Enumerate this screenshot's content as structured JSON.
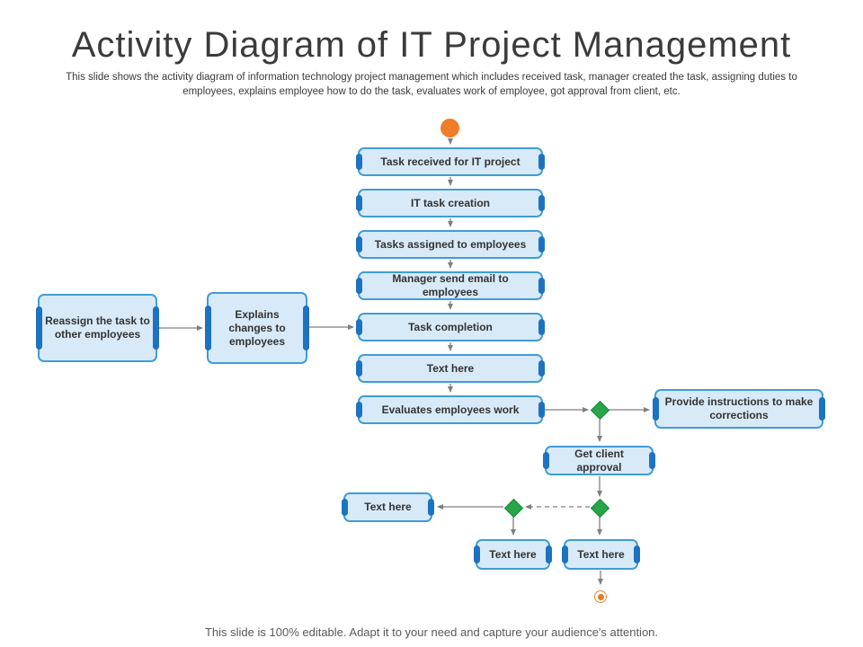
{
  "slide": {
    "title": "Activity Diagram of IT Project Management",
    "subtitle": "This slide shows the activity diagram of information technology project management which includes received task, manager created the task, assigning duties to employees, explains employee how to do the task, evaluates work of employee, got approval from client, etc.",
    "footer": "This slide is 100% editable. Adapt it to your need and capture your audience's attention."
  },
  "diagram": {
    "start_node": "start",
    "end_node": "end",
    "nodes": {
      "task_received": "Task received for IT project",
      "it_task_creation": "IT task creation",
      "tasks_assigned": "Tasks assigned to employees",
      "manager_email": "Manager send email to employees",
      "task_completion": "Task completion",
      "text_here_mid": "Text here",
      "evaluates_work": "Evaluates employees work",
      "reassign_task": "Reassign the task to other employees",
      "explains_changes": "Explains changes to employees",
      "provide_instructions": "Provide instructions to make corrections",
      "get_client_approval": "Get client approval",
      "text_here_left": "Text here",
      "text_here_bottom_left": "Text here",
      "text_here_bottom_right": "Text here"
    },
    "edges": [
      {
        "from": "start",
        "to": "task_received",
        "style": "solid"
      },
      {
        "from": "task_received",
        "to": "it_task_creation",
        "style": "solid"
      },
      {
        "from": "it_task_creation",
        "to": "tasks_assigned",
        "style": "solid"
      },
      {
        "from": "tasks_assigned",
        "to": "manager_email",
        "style": "solid"
      },
      {
        "from": "manager_email",
        "to": "task_completion",
        "style": "solid"
      },
      {
        "from": "task_completion",
        "to": "text_here_mid",
        "style": "solid"
      },
      {
        "from": "text_here_mid",
        "to": "evaluates_work",
        "style": "solid"
      },
      {
        "from": "reassign_task",
        "to": "explains_changes",
        "style": "solid"
      },
      {
        "from": "explains_changes",
        "to": "task_completion",
        "style": "solid"
      },
      {
        "from": "evaluates_work",
        "to": "decision_1",
        "style": "solid"
      },
      {
        "from": "decision_1",
        "to": "provide_instructions",
        "style": "solid"
      },
      {
        "from": "decision_1",
        "to": "get_client_approval",
        "style": "solid"
      },
      {
        "from": "get_client_approval",
        "to": "decision_2",
        "style": "solid"
      },
      {
        "from": "decision_2",
        "to": "decision_3",
        "style": "dashed"
      },
      {
        "from": "decision_3",
        "to": "text_here_left",
        "style": "solid"
      },
      {
        "from": "decision_3",
        "to": "text_here_bottom_left",
        "style": "solid"
      },
      {
        "from": "decision_2",
        "to": "text_here_bottom_right",
        "style": "solid"
      },
      {
        "from": "text_here_bottom_right",
        "to": "end",
        "style": "solid"
      }
    ],
    "colors": {
      "box_fill": "#d8eaf8",
      "box_border": "#3f9dd6",
      "bracket_blue": "#1d73bf",
      "decision_green": "#2aa44a",
      "start_end_orange": "#ee7c28",
      "connector_gray": "#7f7f7f"
    }
  }
}
